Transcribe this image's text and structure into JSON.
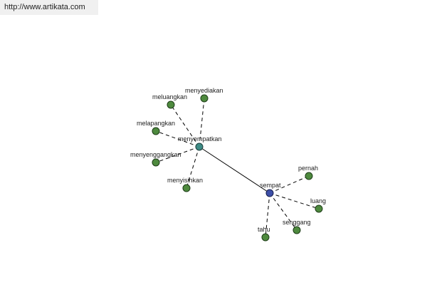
{
  "header": {
    "url": "http://www.artikata.com"
  },
  "graph": {
    "hubs": {
      "menyempatkan": "menyempatkan",
      "sempat": "sempat"
    },
    "words": {
      "menyediakan": "menyediakan",
      "meluangkan": "meluangkan",
      "melapangkan": "melapangkan",
      "menyenggangkan": "menyenggangkan",
      "menyisihkan": "menyisihkan",
      "pernah": "pernah",
      "luang": "luang",
      "senggang": "senggang",
      "tahu": "tahu"
    },
    "colors": {
      "word_node": "#4e8a3e",
      "menyempatkan_node": "#3e8c86",
      "sempat_node": "#3d4fa8",
      "banner_bg": "#f0f0f0"
    }
  }
}
